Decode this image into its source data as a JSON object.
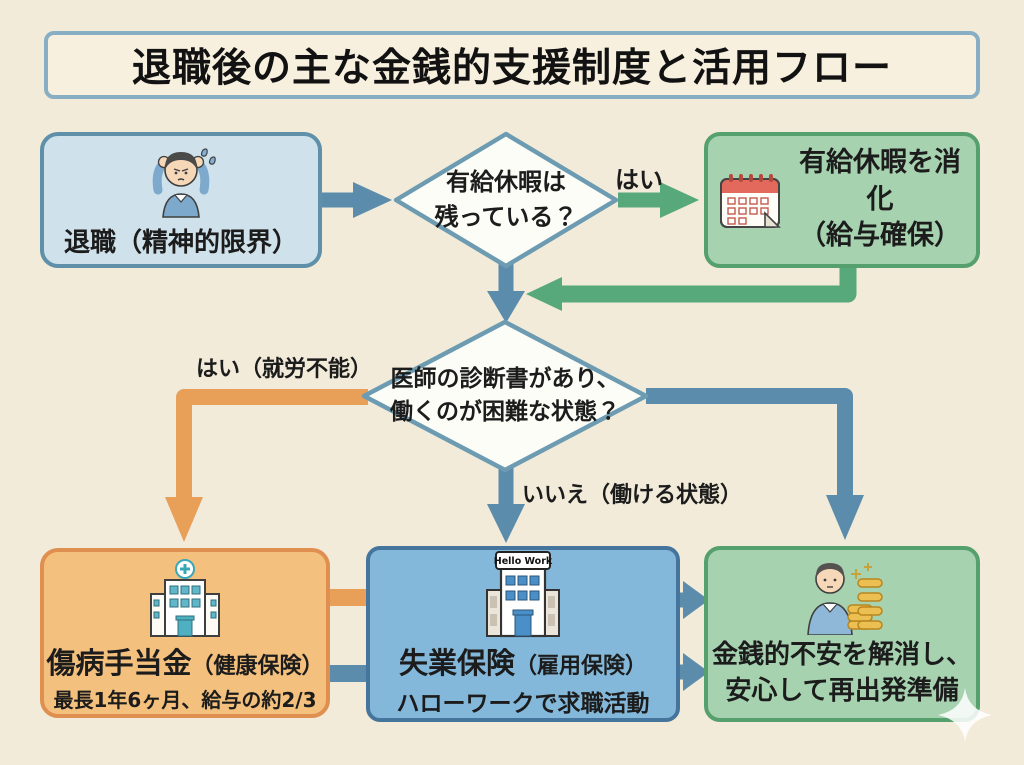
{
  "title": "退職後の主な金銭的支援制度と活用フロー",
  "flow": {
    "resignation": {
      "label": "退職（精神的限界）"
    },
    "q_paid_leave": {
      "line1": "有給休暇は",
      "line2": "残っている？"
    },
    "paid_leave": {
      "line1": "有給休暇を消化",
      "line2": "（給与確保）"
    },
    "q_doctor": {
      "line1": "医師の診断書があり、",
      "line2": "働くのが困難な状態？"
    },
    "sickness_benefit": {
      "name": "傷病手当金",
      "qualifier": "（健康保険）",
      "detail": "最長1年6ヶ月、給与の約2/3"
    },
    "unemployment_insurance": {
      "name": "失業保険",
      "qualifier": "（雇用保険）",
      "detail": "ハローワークで求職活動",
      "sign": "Hello Work"
    },
    "fresh_start": {
      "line1": "金銭的不安を解消し、",
      "line2": "安心して再出発準備"
    }
  },
  "labels": {
    "yes_leave": "はい",
    "yes_disabled": "はい（就労不能）",
    "no_can_work": "いいえ（働ける状態）"
  },
  "colors": {
    "background": "#f2ebd9",
    "panel_blue": "#cfe1ea",
    "panel_green": "#a6d2b0",
    "panel_orange": "#f4c07d",
    "panel_sky": "#84b8da",
    "diamond_fill": "#fdfdf8",
    "arrow_blue": "#5b8cab",
    "arrow_green": "#57a87a",
    "arrow_orange": "#e8a058"
  }
}
